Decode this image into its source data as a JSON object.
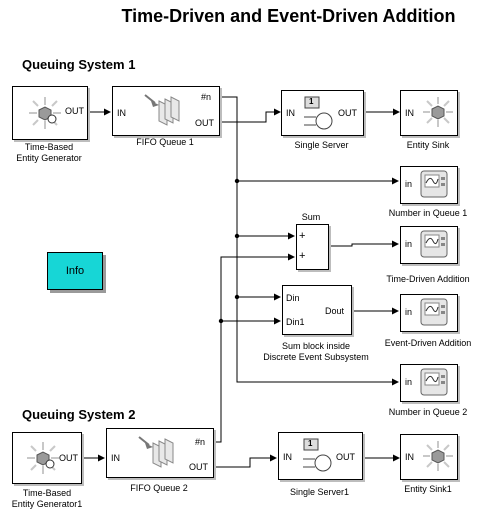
{
  "title": "Time-Driven and Event-Driven Addition",
  "sections": {
    "system1": "Queuing System 1",
    "system2": "Queuing System 2"
  },
  "blocks": {
    "gen1": {
      "label_line1": "Time-Based",
      "label_line2": "Entity Generator",
      "out_port": "OUT",
      "icon": "entity-generator-icon"
    },
    "fifo1": {
      "label": "FIFO Queue 1",
      "in_port": "IN",
      "n_port": "#n",
      "out_port": "OUT",
      "icon": "fifo-queue-icon"
    },
    "server1": {
      "label": "Single Server",
      "in_port": "IN",
      "out_port": "OUT",
      "badge": "1",
      "icon": "server-icon"
    },
    "sink1": {
      "label": "Entity Sink",
      "in_port": "IN",
      "icon": "entity-sink-icon"
    },
    "scope_q1": {
      "label": "Number in Queue 1",
      "in_port": "in",
      "icon": "scope-icon"
    },
    "sum": {
      "label": "Sum",
      "plus1": "+",
      "plus2": "+"
    },
    "scope_time": {
      "label": "Time-Driven Addition",
      "in_port": "in",
      "icon": "scope-icon"
    },
    "subsystem": {
      "label_line1": "Sum block inside",
      "label_line2": "Discrete Event Subsystem",
      "din": "Din",
      "din1": "Din1",
      "dout": "Dout"
    },
    "scope_event": {
      "label": "Event-Driven Addition",
      "in_port": "in",
      "icon": "scope-icon"
    },
    "scope_q2": {
      "label": "Number in Queue 2",
      "in_port": "in",
      "icon": "scope-icon"
    },
    "gen2": {
      "label_line1": "Time-Based",
      "label_line2": "Entity Generator1",
      "out_port": "OUT",
      "icon": "entity-generator-icon"
    },
    "fifo2": {
      "label": "FIFO Queue 2",
      "in_port": "IN",
      "n_port": "#n",
      "out_port": "OUT",
      "icon": "fifo-queue-icon"
    },
    "server2": {
      "label": "Single Server1",
      "in_port": "IN",
      "out_port": "OUT",
      "badge": "1",
      "icon": "server-icon"
    },
    "sink2": {
      "label": "Entity Sink1",
      "in_port": "IN",
      "icon": "entity-sink-icon"
    }
  },
  "info_button": "Info",
  "colors": {
    "info_fill": "#17d6d6",
    "block_shadow": "#bdbdbd"
  }
}
